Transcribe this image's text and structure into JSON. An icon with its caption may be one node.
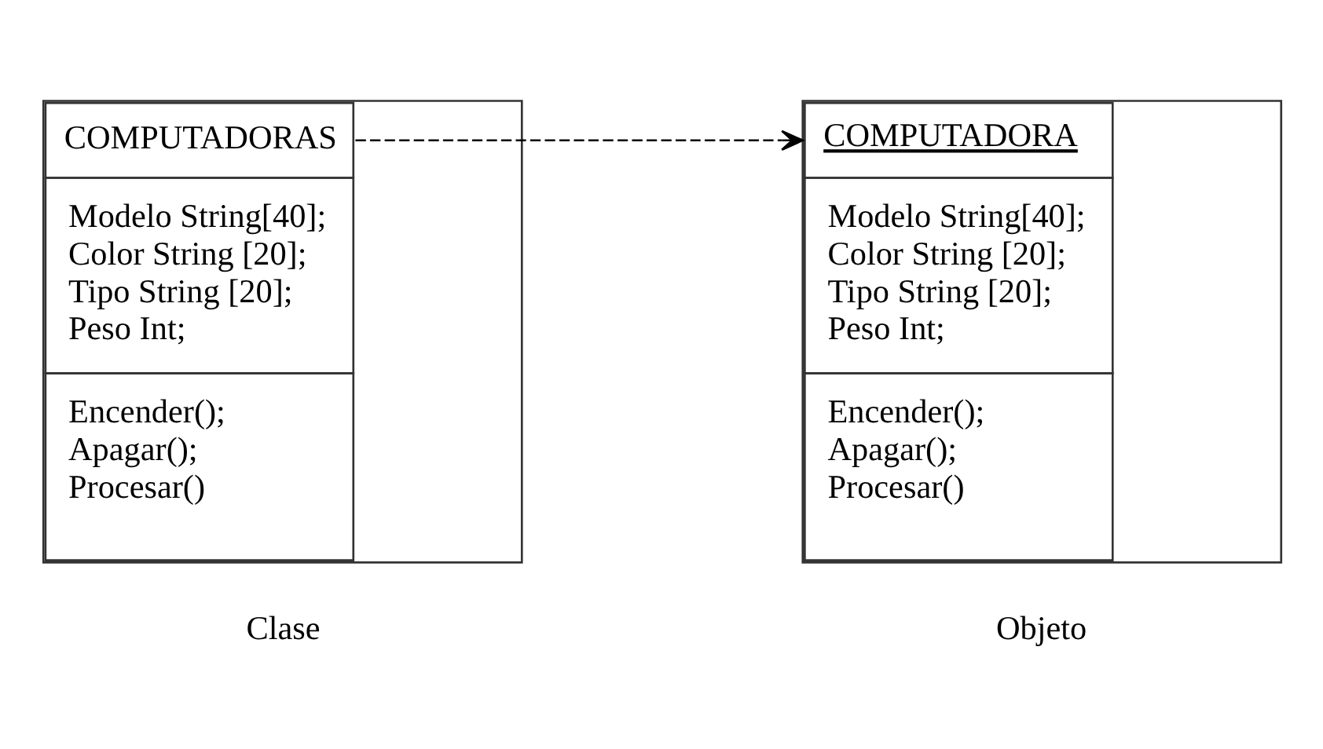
{
  "diagram": {
    "nodes": [
      {
        "text": [
          "COMPUTADORAS",
          "Modelo String[40]; Color String [20]; Tipo String [20]; Peso Int;",
          "Encender(); Apagar(); Procesar()"
        ],
        "beside": [
          "Clase"
        ]
      },
      {
        "text": [
          "COMPUTADORA",
          "Modelo String[40]; Color String [20]; Tipo String [20]; Peso Int;",
          "Encender(); Apagar(); Procesar()"
        ],
        "beside": [
          "Objeto"
        ]
      }
    ],
    "edges": [
      {
        "from": 0,
        "to": 1,
        "arrow": "to",
        "style": "dashed"
      }
    ]
  }
}
